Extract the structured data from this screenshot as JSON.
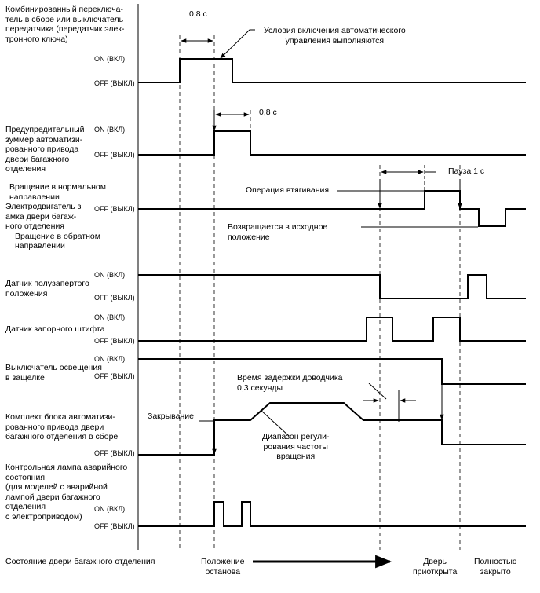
{
  "signals": [
    {
      "key": "combo_switch",
      "label_lines": [
        "Комбинированный переключа-",
        "тель в сборе или выключатель",
        "передатчика (передатчик элек-",
        "тронного ключа)"
      ]
    },
    {
      "key": "warning_buzzer",
      "label_lines": [
        "Предупредительный",
        "зуммер автоматизи-",
        "рованного привода",
        "двери багажного",
        "отделения"
      ]
    },
    {
      "key": "lock_motor",
      "label_lines": [
        "Вращение в нормальном",
        "направлении",
        "Электродвигатель з",
        "амка двери багаж-",
        "ного отделения",
        "Вращение в обратном",
        "направлении"
      ]
    },
    {
      "key": "half_latch_sensor",
      "label_lines": [
        "Датчик полузапертого",
        "положения"
      ]
    },
    {
      "key": "pawl_sensor",
      "label_lines": [
        "Датчик запорного штифта"
      ]
    },
    {
      "key": "latch_light_switch",
      "label_lines": [
        "Выключатель освещения",
        "в защелке"
      ]
    },
    {
      "key": "power_door_unit",
      "label_lines": [
        "Комплект блока автоматизи-",
        "рованного привода двери",
        "багажного отделения в сборе"
      ]
    },
    {
      "key": "warning_lamp",
      "label_lines": [
        "Контрольная лампа аварийного",
        "состояния",
        "(для моделей с аварийной",
        "лампой двери багажного",
        "отделения",
        "с электроприводом)"
      ]
    }
  ],
  "states": {
    "on": "ON (ВКЛ)",
    "off": "OFF (ВЫКЛ)"
  },
  "annotations": {
    "t1": "0,8 с",
    "t2": "0,8 с",
    "conditions": [
      "Условия включения автоматического",
      "управления выполняются"
    ],
    "pause": "Пауза 1 с",
    "retraction": "Операция втягивания",
    "return": [
      "Возвращается в исходное",
      "положение"
    ],
    "closer_delay": [
      "Время задержки доводчика",
      "0,3 секунды"
    ],
    "closing": "Закрывание",
    "speed_range": [
      "Диапазон регули-",
      "рования частоты",
      "вращения"
    ]
  },
  "door_state": {
    "label": "Состояние двери багажного отделения",
    "stop": [
      "Положение",
      "останова"
    ],
    "ajar": [
      "Дверь",
      "приоткрыта"
    ],
    "closed": [
      "Полностью",
      "закрыто"
    ]
  },
  "colors": {
    "line": "#000000",
    "background": "#ffffff"
  }
}
